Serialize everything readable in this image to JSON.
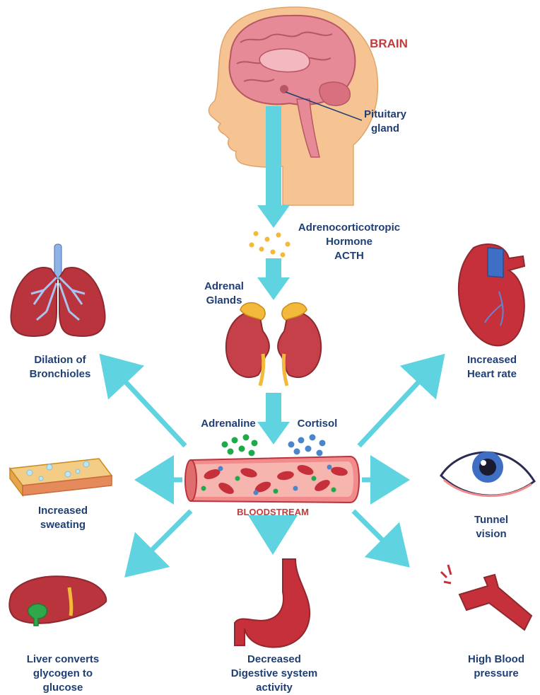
{
  "labels": {
    "brain": "BRAIN",
    "pituitary": "Pituitary\ngland",
    "acth": "Adrenocorticotropic\nHormone\nACTH",
    "adrenal": "Adrenal\nGlands",
    "adrenaline": "Adrenaline",
    "cortisol": "Cortisol",
    "bloodstream": "BLOODSTREAM",
    "bronchioles": "Dilation of\nBronchioles",
    "heart": "Increased\nHeart rate",
    "sweating": "Increased\nsweating",
    "vision": "Tunnel\nvision",
    "liver": "Liver converts\nglycogen to\nglucose",
    "digestive": "Decreased\nDigestive system\nactivity",
    "pressure": "High Blood\npressure"
  },
  "colors": {
    "arrow": "#5fd3e0",
    "title_red": "#c23b3b",
    "text_blue": "#1f3f74",
    "organ_red": "#b9343d",
    "skin": "#f6c493",
    "adrenaline_dot": "#1faa4a",
    "cortisol_dot": "#4a86c9",
    "acth_dot": "#f3b93b"
  }
}
